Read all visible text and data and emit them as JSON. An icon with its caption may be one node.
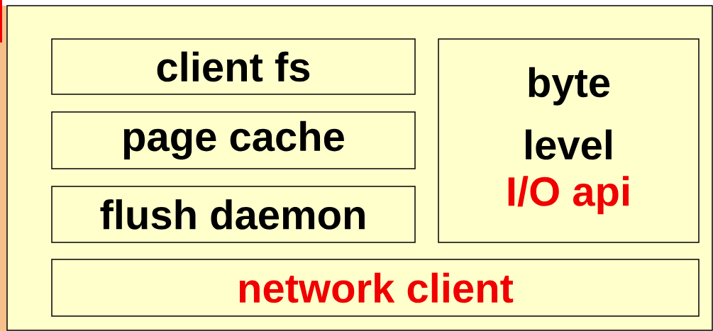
{
  "diagram": {
    "nodes": [
      {
        "text": [],
        "shape": "box"
      },
      {
        "text": [
          "client fs"
        ],
        "in": 0
      },
      {
        "text": [
          "page cache"
        ],
        "in": 0
      },
      {
        "text": [
          "flush daemon"
        ],
        "in": 0
      },
      {
        "text": [
          "byte level",
          "I/O api"
        ],
        "in": 0
      },
      {
        "text": [
          "network client"
        ],
        "in": 0
      }
    ]
  }
}
